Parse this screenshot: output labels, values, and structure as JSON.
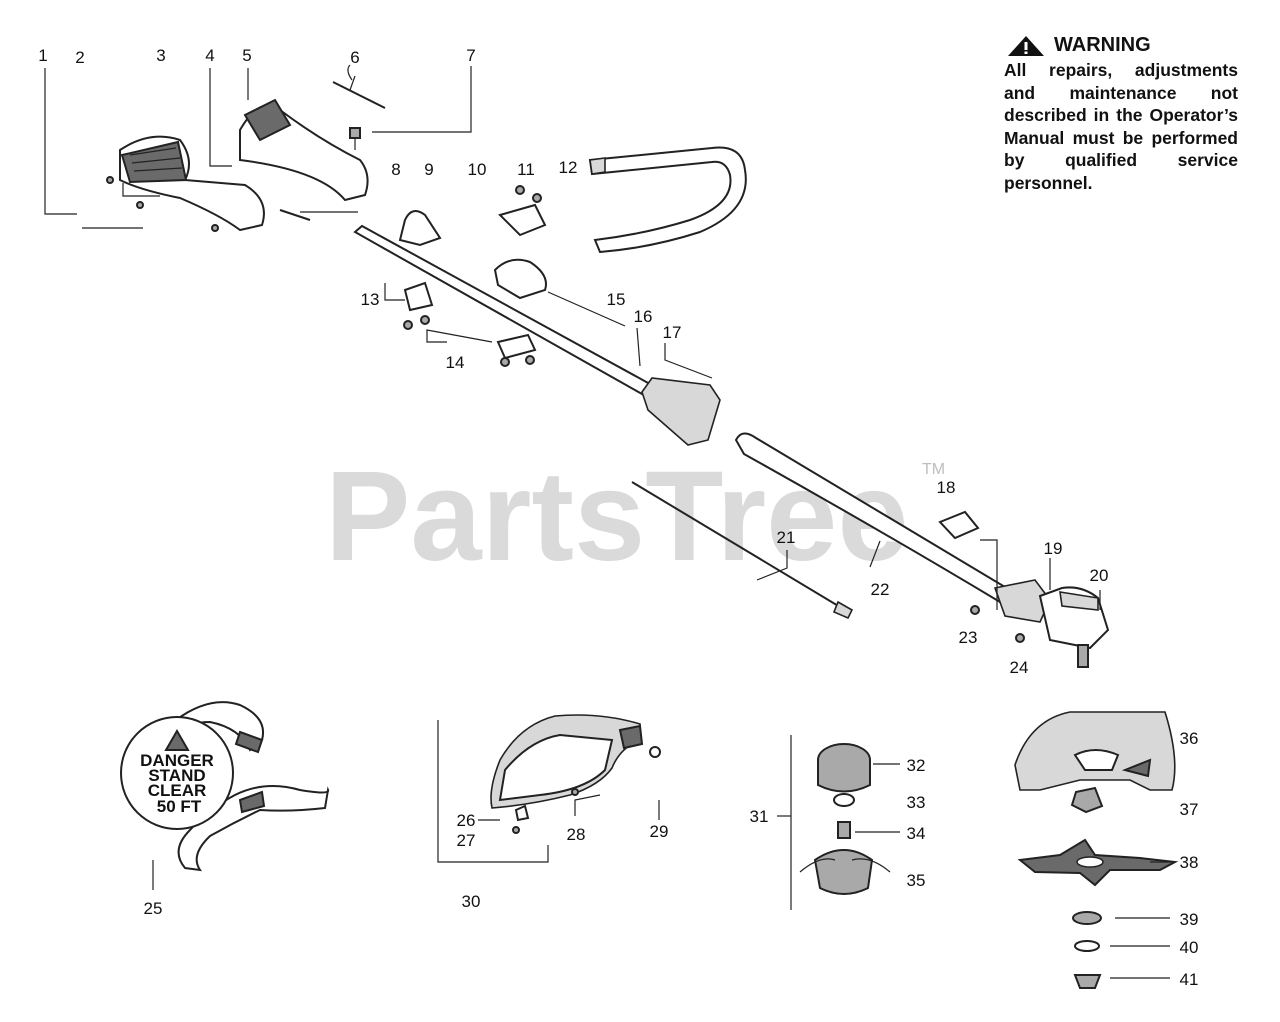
{
  "warning": {
    "title": "WARNING",
    "body": "All repairs, adjustments and maintenance not described in the Operator’s Manual must be performed by qualified service personnel."
  },
  "watermark": {
    "text": "PartsTree",
    "tm": "TM"
  },
  "decal": {
    "lines": [
      "DANGER",
      "STAND",
      "CLEAR",
      "50 FT"
    ]
  },
  "callouts": {
    "c1": "1",
    "c2": "2",
    "c3": "3",
    "c4": "4",
    "c5": "5",
    "c6": "6",
    "c7": "7",
    "c8": "8",
    "c9": "9",
    "c10": "10",
    "c11": "11",
    "c12": "12",
    "c13": "13",
    "c14": "14",
    "c15": "15",
    "c16": "16",
    "c17": "17",
    "c18": "18",
    "c19": "19",
    "c20": "20",
    "c21": "21",
    "c22": "22",
    "c23": "23",
    "c24": "24",
    "c25": "25",
    "c26": "26",
    "c27": "27",
    "c28": "28",
    "c29": "29",
    "c30": "30",
    "c31": "31",
    "c32": "32",
    "c33": "33",
    "c34": "34",
    "c35": "35",
    "c36": "36",
    "c37": "37",
    "c38": "38",
    "c39": "39",
    "c40": "40",
    "c41": "41"
  }
}
